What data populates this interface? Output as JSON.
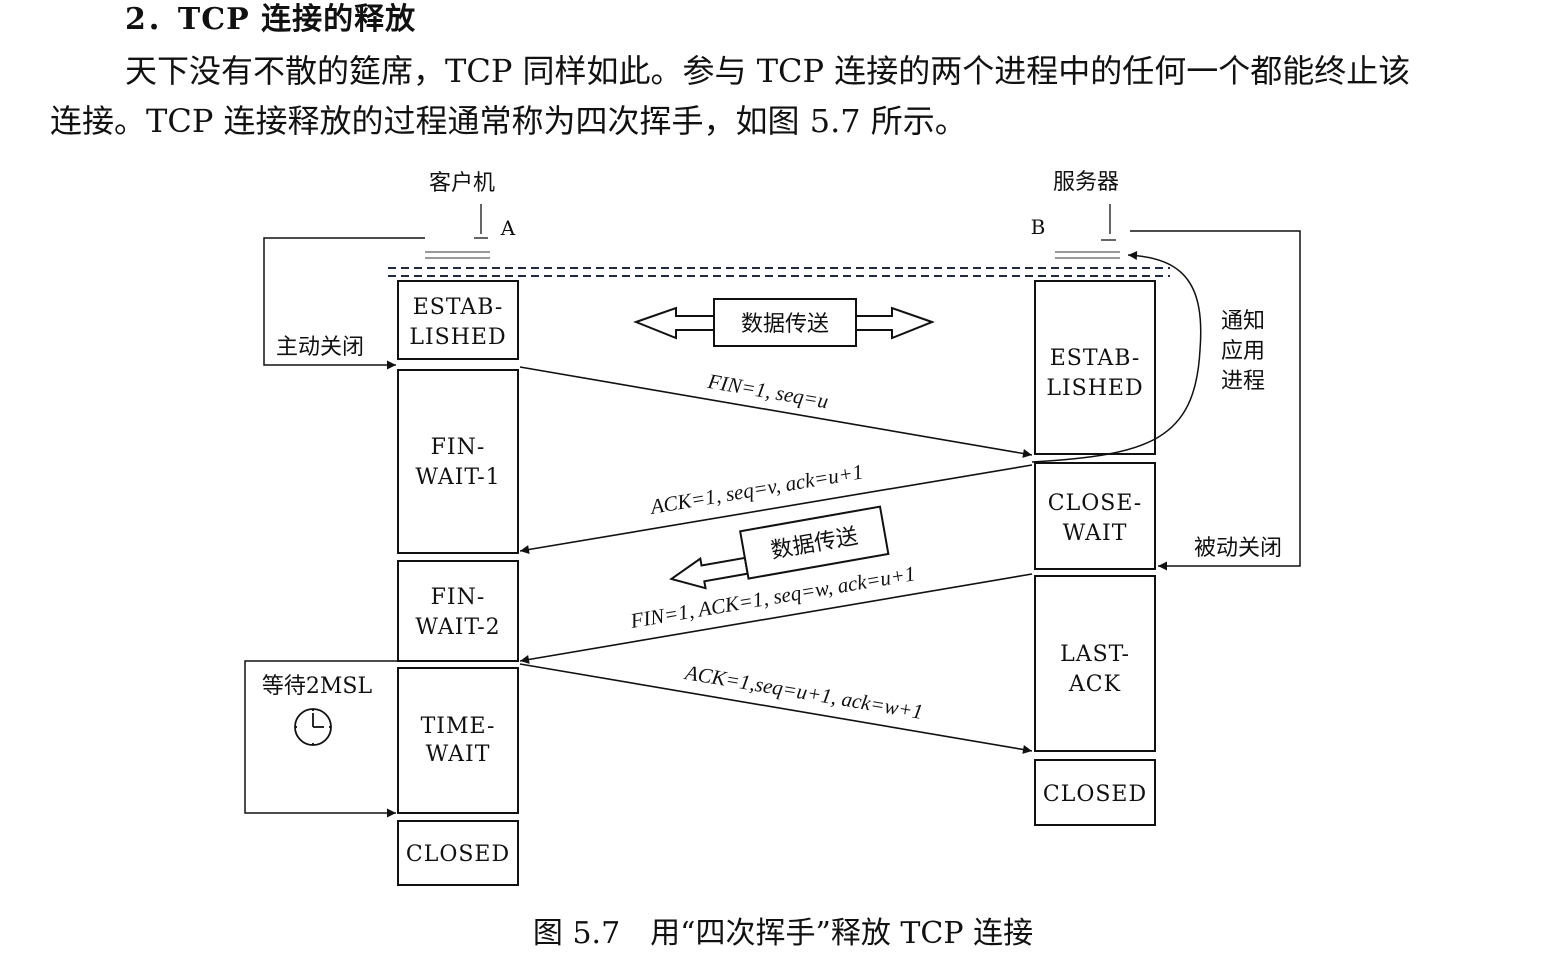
{
  "section": {
    "heading": "2．TCP 连接的释放"
  },
  "paragraph": {
    "line1": "天下没有不散的筵席，TCP 同样如此。参与 TCP 连接的两个进程中的任何一个都能终止该",
    "line2": "连接。TCP 连接释放的过程通常称为四次挥手，如图 5.7 所示。"
  },
  "figure": {
    "client": {
      "title": "客户机",
      "letter": "A"
    },
    "server": {
      "title": "服务器",
      "letter": "B"
    },
    "client_states": [
      {
        "line1": "ESTAB-",
        "line2": "LISHED"
      },
      {
        "line1": "FIN-",
        "line2": "WAIT-1"
      },
      {
        "line1": "FIN-",
        "line2": "WAIT-2"
      },
      {
        "line1": "TIME-",
        "line2": "WAIT"
      },
      {
        "line1": "CLOSED",
        "line2": ""
      }
    ],
    "server_states": [
      {
        "line1": "ESTAB-",
        "line2": "LISHED"
      },
      {
        "line1": "CLOSE-",
        "line2": "WAIT"
      },
      {
        "line1": "LAST-",
        "line2": "ACK"
      },
      {
        "line1": "CLOSED",
        "line2": ""
      }
    ],
    "messages": [
      "FIN=1, seq=u",
      "ACK=1, seq=v, ack=u+1",
      "FIN=1, ACK=1, seq=w, ack=u+1",
      "ACK=1,seq=u+1, ack=w+1"
    ],
    "data_transfer": "数据传送",
    "data_transfer_2": "数据传送",
    "active_close": "主动关闭",
    "passive_close": "被动关闭",
    "notify_app": [
      "通知",
      "应用",
      "进程"
    ],
    "wait_2msl": "等待2MSL",
    "clock_icon": "clock-icon"
  },
  "caption": "图 5.7　用“四次挥手”释放 TCP 连接"
}
